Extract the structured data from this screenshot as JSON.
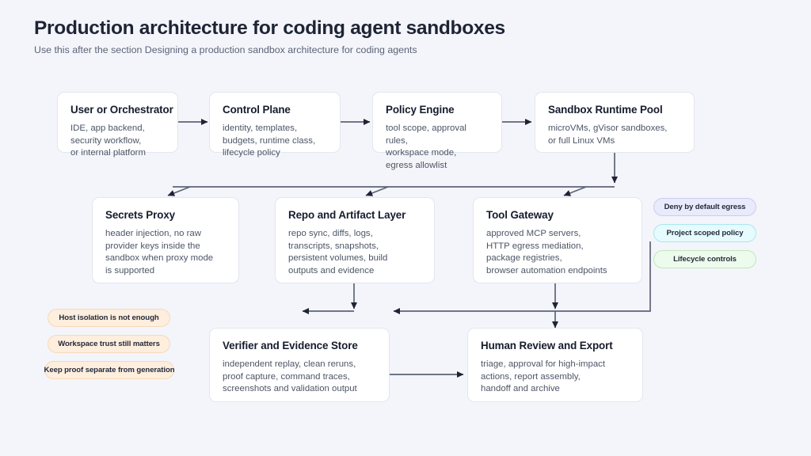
{
  "header": {
    "title": "Production architecture for coding agent sandboxes",
    "subtitle": "Use this after the section Designing a production sandbox architecture for coding agents"
  },
  "nodes": [
    {
      "id": "user-or-orchestrator",
      "title": "User or Orchestrator",
      "desc": "IDE, app backend,\nsecurity workflow,\nor internal platform"
    },
    {
      "id": "control-plane",
      "title": "Control Plane",
      "desc": "identity, templates,\nbudgets, runtime class,\nlifecycle policy"
    },
    {
      "id": "policy-engine",
      "title": "Policy Engine",
      "desc": "tool scope, approval rules,\nworkspace mode,\negress allowlist"
    },
    {
      "id": "sandbox-runtime-pool",
      "title": "Sandbox Runtime Pool",
      "desc": "microVMs, gVisor sandboxes,\nor full Linux VMs"
    },
    {
      "id": "secrets-proxy",
      "title": "Secrets Proxy",
      "desc": "header injection, no raw\nprovider keys inside the\nsandbox when proxy mode\nis supported"
    },
    {
      "id": "repo-and-artifact-layer",
      "title": "Repo and Artifact Layer",
      "desc": "repo sync, diffs, logs,\ntranscripts, snapshots,\npersistent volumes, build\noutputs and evidence"
    },
    {
      "id": "tool-gateway",
      "title": "Tool Gateway",
      "desc": "approved MCP servers,\nHTTP egress mediation,\npackage registries,\nbrowser automation endpoints"
    },
    {
      "id": "verifier-and-evidence-store",
      "title": "Verifier and Evidence Store",
      "desc": "independent replay, clean reruns,\nproof capture, command traces,\nscreenshots and validation output"
    },
    {
      "id": "human-review-and-export",
      "title": "Human Review and Export",
      "desc": "triage, approval for high-impact\nactions, report assembly,\nhandoff and archive"
    }
  ],
  "right_pills": [
    {
      "id": "deny-by-default-egress",
      "label": "Deny by default egress",
      "bg": "#e9eafb",
      "border": "#c9cdf2"
    },
    {
      "id": "project-scoped-policy",
      "label": "Project scoped policy",
      "bg": "#e6fbfd",
      "border": "#a9e7f0"
    },
    {
      "id": "lifecycle-controls",
      "label": "Lifecycle controls",
      "bg": "#edfbec",
      "border": "#bfe7bd"
    }
  ],
  "left_pills": [
    {
      "id": "host-isolation-is-not-enough",
      "label": "Host isolation is not enough",
      "bg": "#fdeedd",
      "border": "#f6d9ba"
    },
    {
      "id": "workspace-trust-still-matters",
      "label": "Workspace trust still matters",
      "bg": "#fdeedd",
      "border": "#f6d9ba"
    },
    {
      "id": "keep-proof-separate-from-generation",
      "label": "Keep proof separate from generation",
      "bg": "#fdeedd",
      "border": "#f6d9ba"
    }
  ],
  "theme": {
    "background": "#f4f5fa",
    "node_bg": "#ffffff",
    "node_border": "#e2e6ef",
    "connector": "#5b6478",
    "arrowhead": "#1e2433",
    "title_color": "#1d2435",
    "subtitle_color": "#5b6377"
  }
}
